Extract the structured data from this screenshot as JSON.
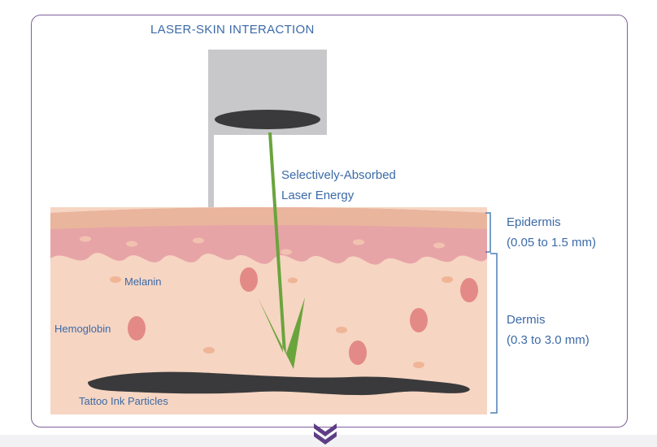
{
  "title": "LASER-SKIN INTERACTION",
  "beam": {
    "line1": "Selectively-Absorbed",
    "line2": "Laser Energy"
  },
  "layers": {
    "epidermis": {
      "name": "Epidermis",
      "range": "(0.05 to 1.5 mm)"
    },
    "dermis": {
      "name": "Dermis",
      "range": "(0.3 to 3.0 mm)"
    }
  },
  "labels": {
    "melanin": "Melanin",
    "hemoglobin": "Hemoglobin",
    "tattoo": "Tattoo Ink Particles"
  },
  "colors": {
    "text": "#3b6aa8",
    "frame": "#7e5f9a",
    "device": "#c8c8ca",
    "lens": "#3a3a3c",
    "epidermis_top": "#e9b59c",
    "epidermis_pink": "#e7a4a7",
    "dermis": "#f6d5c2",
    "hemoglobin": "#e38a86",
    "melanin": "#efb596",
    "ink": "#3a3a3c",
    "laser": "#6aa43d",
    "bracket": "#4f7db5",
    "chevron": "#5e3d86"
  },
  "icons": {
    "scroll": "double-chevron-down-icon"
  }
}
